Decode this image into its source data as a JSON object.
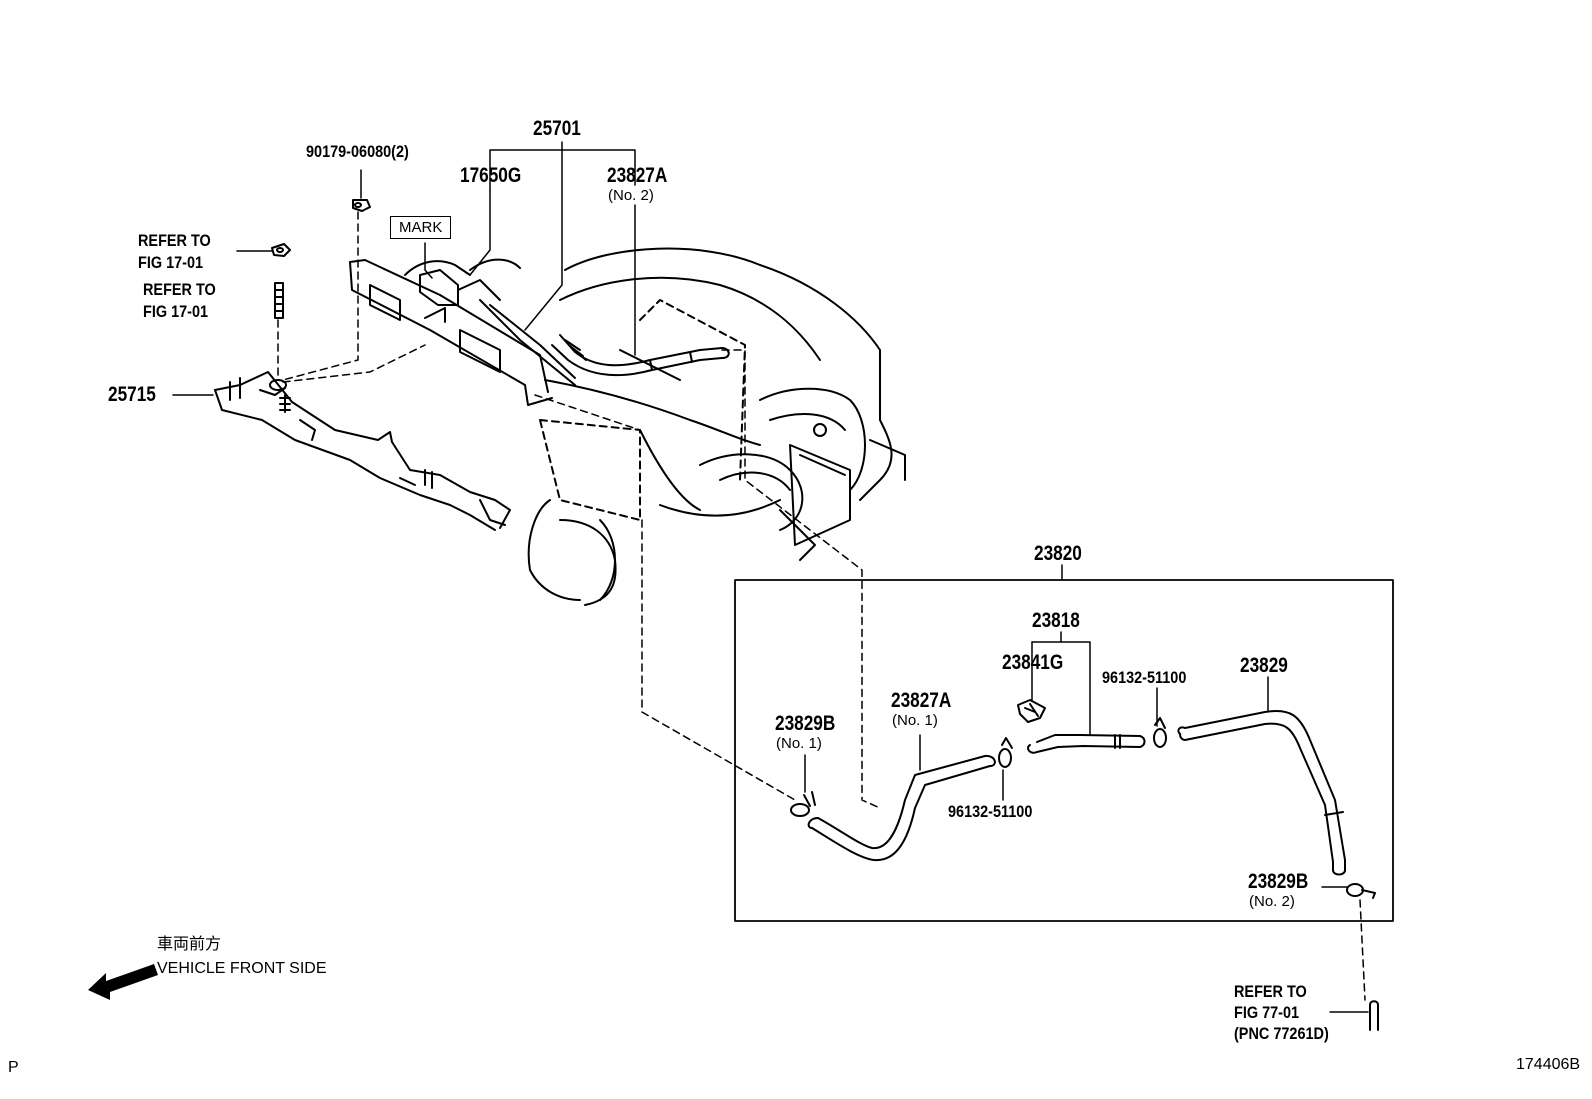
{
  "labels": {
    "p25701": "25701",
    "p90179": "90179-06080(2)",
    "p17650g": "17650G",
    "p23827a_no2": "23827A",
    "no2_a": "(No. 2)",
    "mark": "MARK",
    "refer1_a": "REFER TO",
    "refer1_b": "FIG 17-01",
    "refer2_a": "REFER TO",
    "refer2_b": "FIG 17-01",
    "p25715": "25715",
    "p23820": "23820",
    "p23818": "23818",
    "p23841g": "23841G",
    "p96132_top": "96132-51100",
    "p23829": "23829",
    "p23827a_no1": "23827A",
    "no1_a": "(No. 1)",
    "p23829b_no1": "23829B",
    "no1_b": "(No. 1)",
    "p96132_bottom": "96132-51100",
    "p23829b_no2": "23829B",
    "no2_b": "(No. 2)",
    "refer3_a": "REFER TO",
    "refer3_b": "FIG 77-01",
    "refer3_c": "(PNC 77261D)",
    "front_jp": "車両前方",
    "front_en": "VEHICLE FRONT SIDE",
    "corner_p": "P",
    "figure_id": "174406B"
  }
}
